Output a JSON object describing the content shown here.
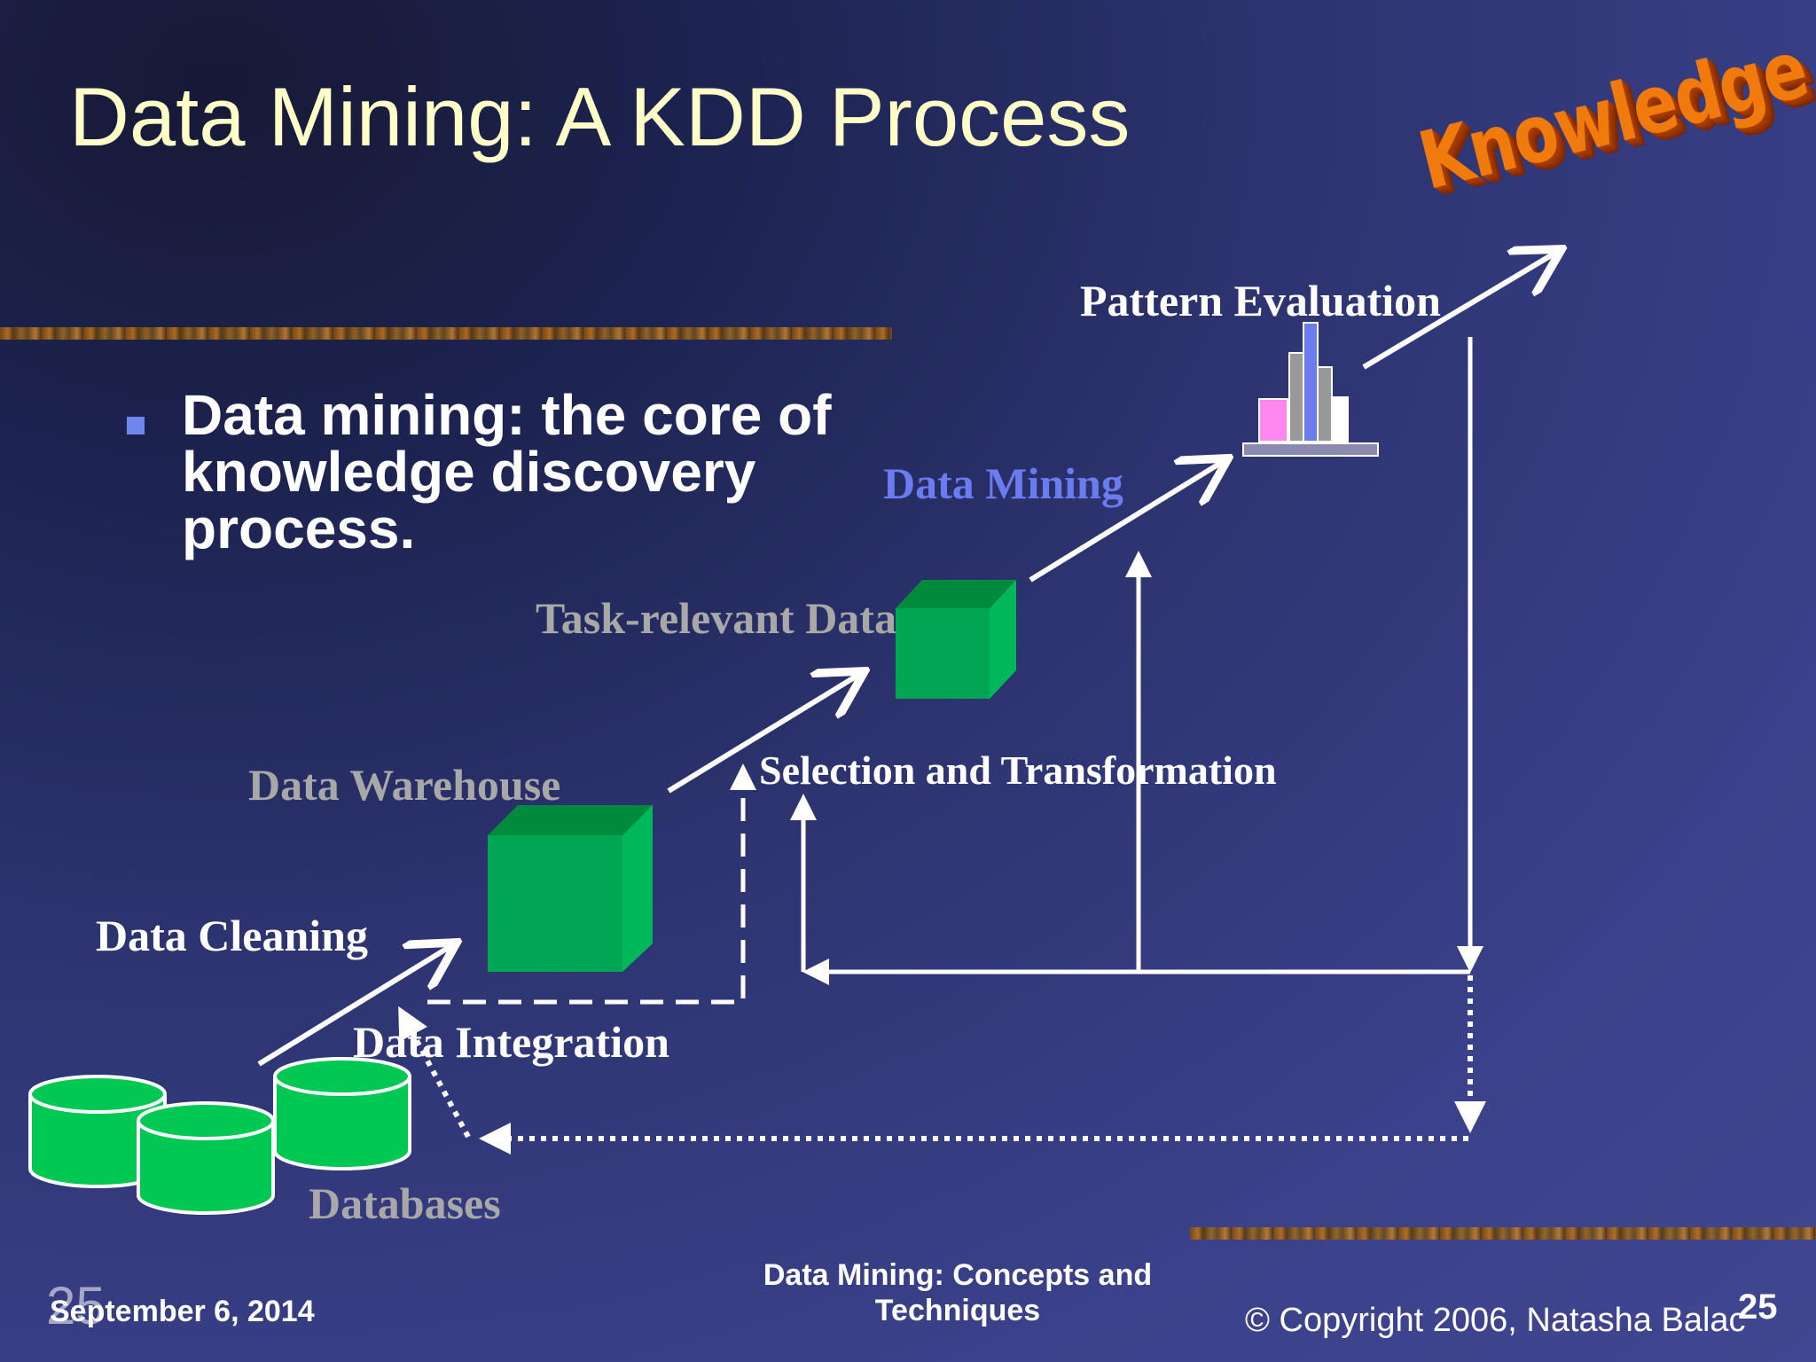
{
  "slide": {
    "title": "Data Mining: A KDD Process",
    "bullet": "Data mining: the core of knowledge discovery process."
  },
  "diagram": {
    "knowledge": "Knowledge",
    "pattern_evaluation": "Pattern Evaluation",
    "data_mining": "Data Mining",
    "task_relevant_data": "Task-relevant Data",
    "selection_transformation": "Selection and Transformation",
    "data_warehouse": "Data Warehouse",
    "data_cleaning": "Data Cleaning",
    "data_integration": "Data Integration",
    "databases": "Databases"
  },
  "footer": {
    "date": "September 6, 2014",
    "slide_number_left": "25",
    "course_title": "Data Mining: Concepts and Techniques",
    "copyright": "© Copyright 2006, Natasha Balac",
    "slide_number_right": "25"
  },
  "colors": {
    "title": "#ffffc8",
    "cube_green": "#00a651",
    "database_green": "#00c853",
    "knowledge_orange": "#f07a0c",
    "data_mining_blue": "#6b7cf0",
    "gray_label": "#a8a8a8"
  }
}
